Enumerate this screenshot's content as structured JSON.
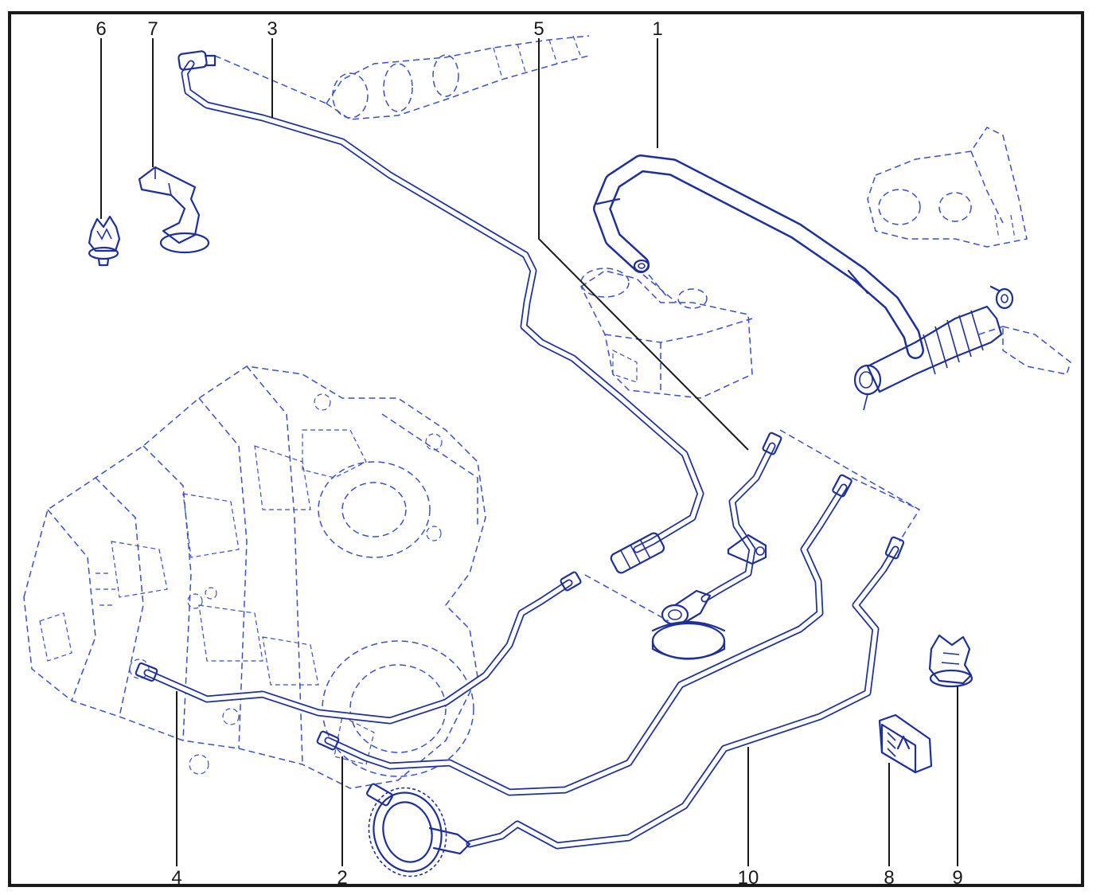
{
  "diagram": {
    "callouts": [
      {
        "id": "1",
        "label": "1"
      },
      {
        "id": "2",
        "label": "2"
      },
      {
        "id": "3",
        "label": "3"
      },
      {
        "id": "4",
        "label": "4"
      },
      {
        "id": "5",
        "label": "5"
      },
      {
        "id": "6",
        "label": "6"
      },
      {
        "id": "7",
        "label": "7"
      },
      {
        "id": "8",
        "label": "8"
      },
      {
        "id": "9",
        "label": "9"
      },
      {
        "id": "10",
        "label": "10"
      }
    ],
    "colors": {
      "line": "#1f2f9a",
      "dashed": "#3a4fc4",
      "frame": "#1a1a1a",
      "background": "#ffffff"
    }
  }
}
